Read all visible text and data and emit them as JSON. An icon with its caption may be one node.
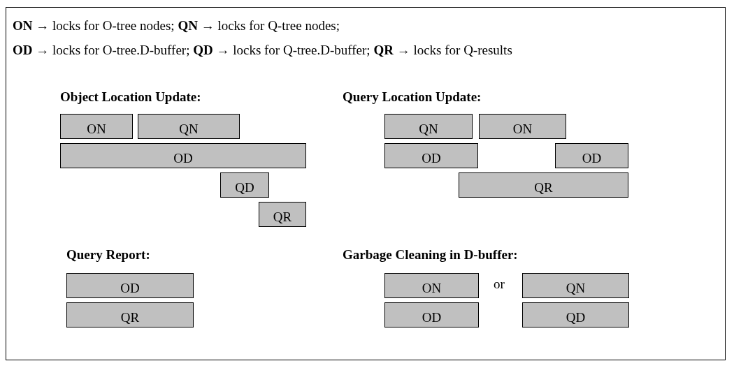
{
  "diagram": {
    "nodes": [
      {
        "text": [
          "ON"
        ]
      },
      {
        "text": [
          "QN"
        ]
      },
      {
        "text": [
          "OD"
        ]
      },
      {
        "text": [
          "QD"
        ]
      },
      {
        "text": [
          "QR"
        ]
      },
      {
        "text": [
          "QN"
        ]
      },
      {
        "text": [
          "ON"
        ]
      },
      {
        "text": [
          "OD"
        ]
      },
      {
        "text": [
          "OD"
        ]
      },
      {
        "text": [
          "QR"
        ]
      },
      {
        "text": [
          "OD"
        ]
      },
      {
        "text": [
          "QR"
        ]
      },
      {
        "text": [
          "ON"
        ]
      },
      {
        "text": [
          "OD"
        ]
      },
      {
        "text": [
          "QN"
        ]
      },
      {
        "text": [
          "QD"
        ]
      }
    ],
    "labels": [
      "**ON** → locks for O-tree nodes; **QN** → locks for Q-tree nodes;",
      "**OD** → locks for O-tree.D-buffer; **QD** → locks for Q-tree.D-buffer; **QR** → locks for Q-results",
      "Object Location Update:",
      "Query Location Update:",
      "Query Report:",
      "Garbage Cleaning in D-buffer:",
      "or"
    ]
  }
}
